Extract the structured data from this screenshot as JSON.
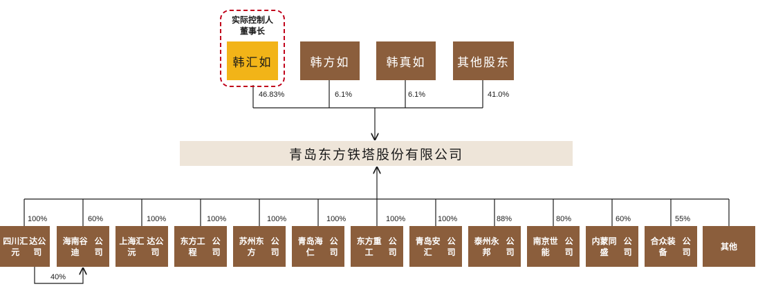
{
  "controller": {
    "caption_line1": "实际控制人",
    "caption_line2": "董事长"
  },
  "shareholders": [
    {
      "name": "韩汇如",
      "stake": "46.83%"
    },
    {
      "name": "韩方如",
      "stake": "6.1%"
    },
    {
      "name": "韩真如",
      "stake": "6.1%"
    },
    {
      "name": "其他股东",
      "stake": "41.0%"
    }
  ],
  "company": {
    "name": "青岛东方铁塔股份有限公司"
  },
  "subsidiaries": [
    {
      "line1": "四川汇元",
      "line2": "达公司",
      "stake": "100%"
    },
    {
      "line1": "海南谷迪",
      "line2": "公司",
      "stake": "60%"
    },
    {
      "line1": "上海汇沅",
      "line2": "达公司",
      "stake": "100%"
    },
    {
      "line1": "东方工程",
      "line2": "公司",
      "stake": "100%"
    },
    {
      "line1": "苏州东方",
      "line2": "公司",
      "stake": "100%"
    },
    {
      "line1": "青岛海仁",
      "line2": "公司",
      "stake": "100%"
    },
    {
      "line1": "东方重工",
      "line2": "公司",
      "stake": "100%"
    },
    {
      "line1": "青岛安汇",
      "line2": "公司",
      "stake": "100%"
    },
    {
      "line1": "泰州永邦",
      "line2": "公司",
      "stake": "88%"
    },
    {
      "line1": "南京世能",
      "line2": "公司",
      "stake": "80%"
    },
    {
      "line1": "内蒙同盛",
      "line2": "公司",
      "stake": "60%"
    },
    {
      "line1": "合众装备",
      "line2": "公司",
      "stake": "55%"
    },
    {
      "line1": "其他",
      "line2": "",
      "stake": ""
    }
  ],
  "cross_holding": {
    "stake": "40%"
  },
  "colors": {
    "holder_fill": "#8b5e3c",
    "controller_fill": "#f2b418",
    "company_fill": "#eee5d9",
    "controller_frame": "#c0001a",
    "line": "#1a1a1a"
  }
}
